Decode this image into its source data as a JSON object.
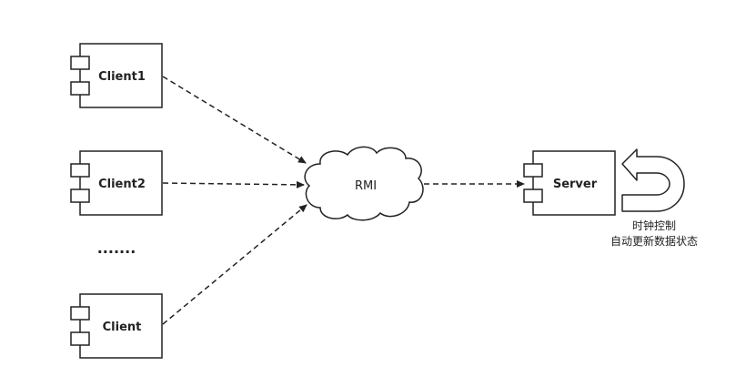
{
  "diagram": {
    "clients": [
      {
        "label": "Client1"
      },
      {
        "label": "Client2"
      },
      {
        "label": "Client"
      }
    ],
    "ellipsis": "·······",
    "cloud": {
      "label": "RMI"
    },
    "server": {
      "label": "Server"
    },
    "note": {
      "line1": "时钟控制",
      "line2": "自动更新数据状态"
    }
  },
  "colors": {
    "stroke": "#222222",
    "fill": "#ffffff"
  }
}
